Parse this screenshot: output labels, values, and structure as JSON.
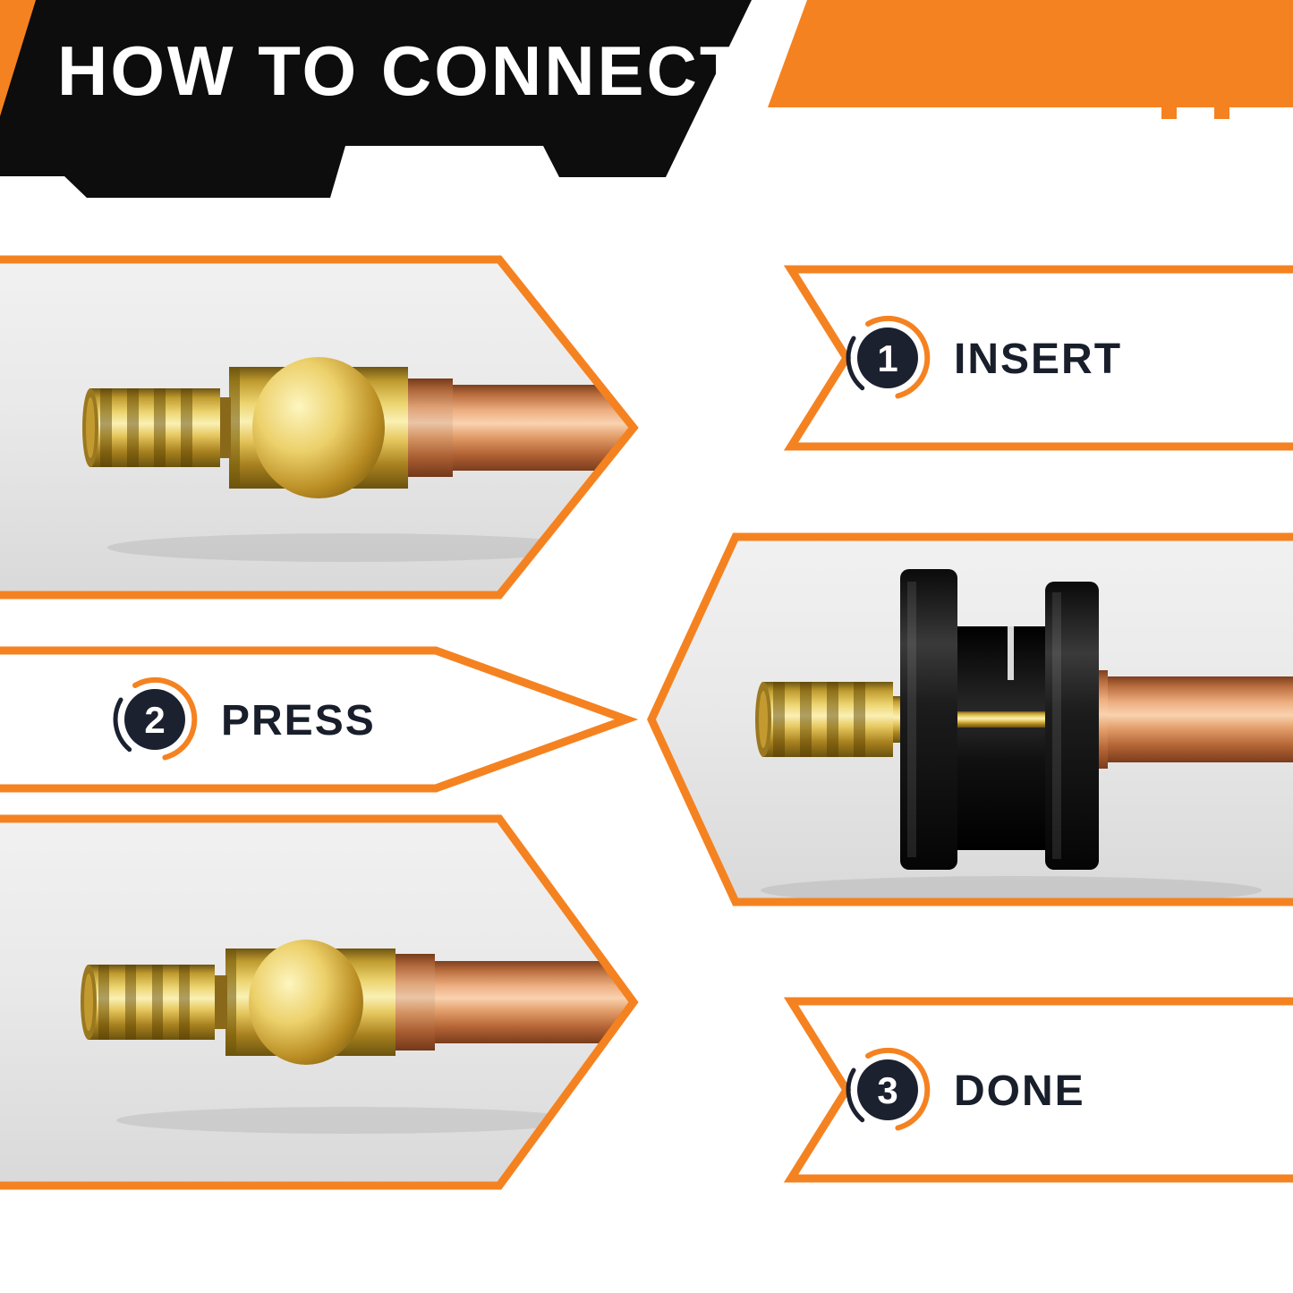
{
  "title": "HOW TO CONNECT",
  "steps": [
    {
      "number": "1",
      "label": "INSERT"
    },
    {
      "number": "2",
      "label": "PRESS"
    },
    {
      "number": "3",
      "label": "DONE"
    }
  ],
  "colors": {
    "accent_orange": "#F58220",
    "banner_black": "#0D0D0D",
    "badge_navy": "#1C2130",
    "label_text": "#191E2B",
    "copper": "#C97C4E",
    "brass": "#D9B44A",
    "panel_gray": "#E9E9E9"
  }
}
